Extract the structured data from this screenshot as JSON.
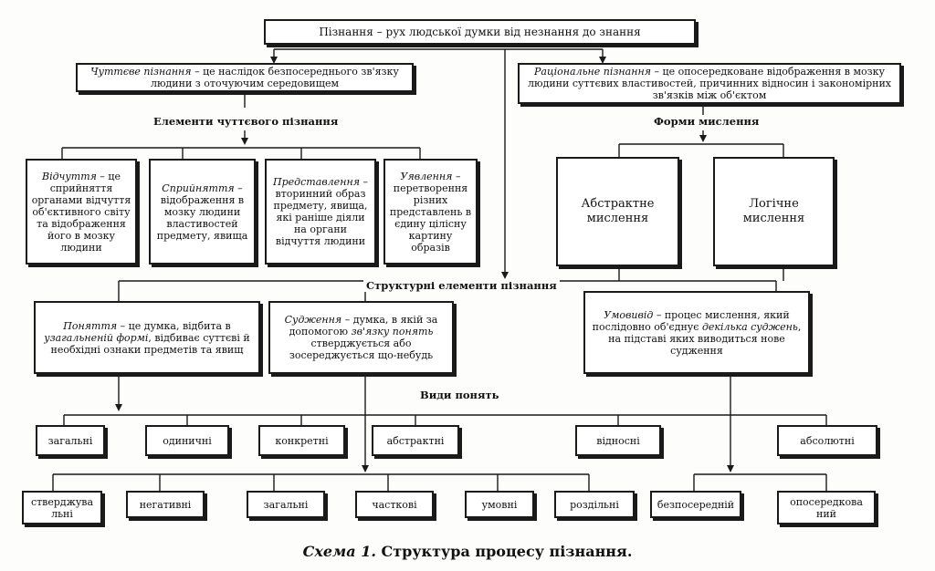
{
  "top": {
    "text": "Пізнання – рух людської думки від незнання до знання"
  },
  "sensory": {
    "term": "Чуттєве пізнання",
    "def": " – це наслідок безпосереднього зв'язку людини з оточуючим середовищем"
  },
  "rational": {
    "term": "Раціональне пізнання",
    "def": " – це опосередковане відображення в мозку людини суттєвих властивостей, причинних відносин і закономірних зв'язків між об'єктом"
  },
  "sensory_elements_label": "Елементи чуттєвого пізнання",
  "thinking_forms_label": "Форми мислення",
  "sensory_elements": [
    {
      "term": "Відчуття",
      "def": " – це сприйняття органами відчуття об'єктивного світу та відображення його в мозку людини"
    },
    {
      "term": "Сприйняття",
      "def": " – відображення в мозку людини властивостей предмету, явища"
    },
    {
      "term": "Представлення",
      "def": " – вторинний образ предмету, явища, які раніше діяли на органи відчуття людини"
    },
    {
      "term": "Уявлення",
      "def": " – перетворення різних представлень в єдину цілісну картину образів"
    }
  ],
  "thinking_forms": [
    {
      "text": "Абстрактне мислення"
    },
    {
      "text": "Логічне мислення"
    }
  ],
  "structural_label": "Структурні елементи пізнання",
  "structural": [
    {
      "term": "Поняття",
      "def1": " – це думка, відбита в ",
      "em": "узагальненій формі",
      "def2": ", відбиває суттєві й необхідні ознаки предметів та явищ"
    },
    {
      "term": "Судження",
      "def1": " – думка, в якій за допомогою ",
      "em": "зв'язку понять",
      "def2": " стверджується або зосереджується що-небудь"
    },
    {
      "term": "Умовивід",
      "def1": " – процес мислення, який послідовно об'єднує ",
      "em": "декілька суджень",
      "def2": ", на підставі яких виводиться нове судження"
    }
  ],
  "concept_types_label": "Види понять",
  "concept_types": [
    "загальні",
    "одиничні",
    "конкретні",
    "абстрактні",
    "відносні",
    "абсолютні"
  ],
  "judgment_types": [
    "стверджувальні",
    "негативні",
    "загальні",
    "часткові",
    "умовні",
    "роздільні"
  ],
  "inference_types": [
    "безпосередній",
    "опосередкований"
  ],
  "caption": {
    "prefix": "Схема 1.",
    "text": " Структура процесу пізнання."
  }
}
